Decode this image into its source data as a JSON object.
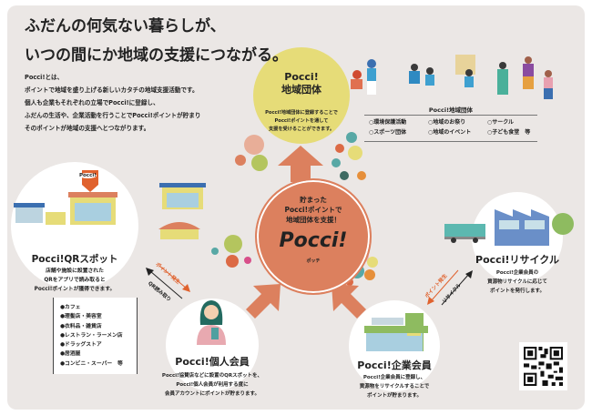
{
  "headline": [
    "ふだんの何気ない暮らしが、",
    "いつの間にか地域の支援につながる。"
  ],
  "intro": [
    "Pocci!とは、",
    "ポイントで地域を盛り上げる新しいカタチの地域支援活動です。",
    "個人も企業もそれぞれの立場でPocci!に登録し、",
    "ふだんの生活や、企業活動を行うことでPocci!ポイントが貯まり",
    "そのポイントが地域の支援へとつながります。"
  ],
  "group": {
    "title": [
      "Pocci!",
      "地域団体"
    ],
    "desc": [
      "Pocci!地域団体に登録することで",
      "Pocci!ポイントを通して",
      "支援を受けることができます。"
    ],
    "list_title": "Pocci!地域団体",
    "items": [
      "○環境保護活動",
      "○地域のお祭り",
      "○サークル",
      "○スポーツ団体",
      "○地域のイベント",
      "○子ども食堂　等"
    ]
  },
  "center": {
    "lines": [
      "貯まった",
      "Pocci!ポイントで",
      "地域団体を支援！"
    ],
    "logo": "Pocci!",
    "reading": "ポッチ"
  },
  "qr_spot": {
    "badge": "Pocci!",
    "title": "Pocci!QRスポット",
    "desc": [
      "店舗や施設に設置された",
      "QRをアプリで読み取ると",
      "Pocci!ポイントが獲得できます。"
    ],
    "items": [
      "●カフェ",
      "●理髪店・美容室",
      "●衣料品・雑貨店",
      "●レストラン・ラーメン店",
      "●ドラッグストア",
      "●居酒屋",
      "●コンビニ・スーパー　等"
    ]
  },
  "arrows": {
    "left_out": "ポイント発生",
    "left_in": "QR読み取り",
    "right_out": "ポイント発生",
    "right_in": "リサイクル"
  },
  "individual": {
    "title": "Pocci!個人会員",
    "desc": [
      "Pocci!協賛店などに設置のQRスポットを、",
      "Pocci!個人会員が利用する度に",
      "会員アカウントにポイントが貯まります。"
    ]
  },
  "corporate": {
    "title": "Pocci!企業会員",
    "desc": [
      "Pocci!企業会員に登録し、",
      "資源物をリサイクルすることで",
      "ポイントが貯まります。"
    ]
  },
  "recycle": {
    "title": "Pocci!リサイクル",
    "desc": [
      "Pocci!企業会員の",
      "資源物リサイクルに応じて",
      "ポイントを発行します。"
    ]
  },
  "colors": {
    "bg": "#ebe7e5",
    "yellow": "#e6dc78",
    "orange": "#dc805e",
    "accent": "#e0622e"
  }
}
